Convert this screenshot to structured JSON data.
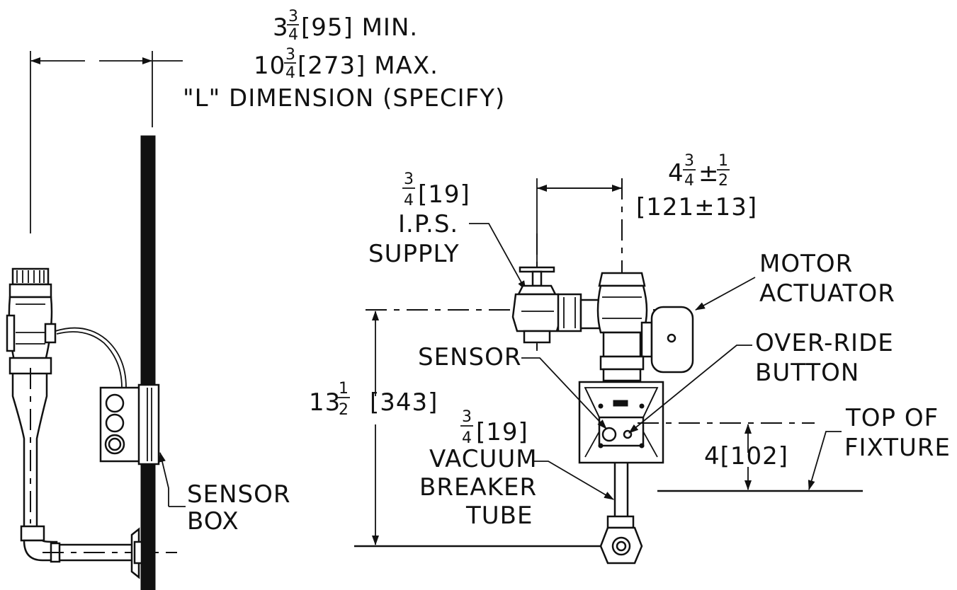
{
  "dimensions": {
    "l_min_whole": "3",
    "l_min_frac_num": "3",
    "l_min_frac_den": "4",
    "l_min_rest": "[95]  MIN.",
    "l_max_whole": "10",
    "l_max_frac_num": "3",
    "l_max_frac_den": "4",
    "l_max_rest": "[273]  MAX.",
    "l_note": "\"L\" DIMENSION (SPECIFY)",
    "offset_whole": "4",
    "offset_frac_num": "3",
    "offset_frac_den": "4",
    "offset_pm": "±",
    "offset_tol_num": "1",
    "offset_tol_den": "2",
    "offset_mm": "[121±13]",
    "height_whole": "13",
    "height_frac_num": "1",
    "height_frac_den": "2",
    "height_mm": "[343]",
    "fixture_offset": "4[102]"
  },
  "labels": {
    "supply_frac_num": "3",
    "supply_frac_den": "4",
    "supply_mm": "[19]",
    "supply_line1": "I.P.S.",
    "supply_line2": "SUPPLY",
    "motor_line1": "MOTOR",
    "motor_line2": "ACTUATOR",
    "sensor": "SENSOR",
    "override_line1": "OVER-RIDE",
    "override_line2": "BUTTON",
    "vacuum_frac_num": "3",
    "vacuum_frac_den": "4",
    "vacuum_mm": "[19]",
    "vacuum_line1": "VACUUM",
    "vacuum_line2": "BREAKER",
    "vacuum_line3": "TUBE",
    "fixture_line1": "TOP  OF",
    "fixture_line2": "FIXTURE",
    "sensor_box_line1": "SENSOR",
    "sensor_box_line2": "BOX"
  }
}
